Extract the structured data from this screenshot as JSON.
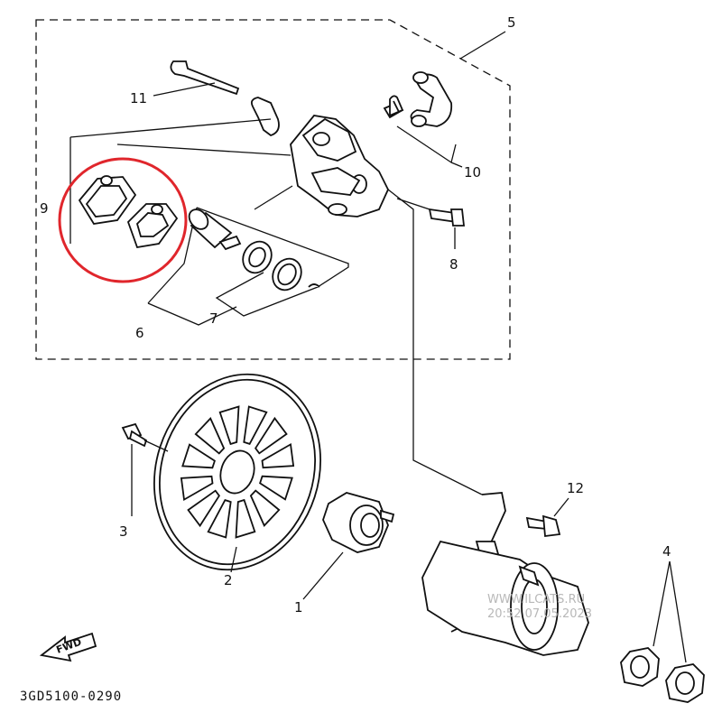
{
  "diagram": {
    "part_numbers": [
      {
        "id": "1",
        "text": "1"
      },
      {
        "id": "2",
        "text": "2"
      },
      {
        "id": "3",
        "text": "3"
      },
      {
        "id": "4",
        "text": "4"
      },
      {
        "id": "5",
        "text": "5"
      },
      {
        "id": "6",
        "text": "6"
      },
      {
        "id": "7",
        "text": "7"
      },
      {
        "id": "8",
        "text": "8"
      },
      {
        "id": "9",
        "text": "9"
      },
      {
        "id": "10",
        "text": "10"
      },
      {
        "id": "11",
        "text": "11"
      },
      {
        "id": "12",
        "text": "12"
      }
    ],
    "fwd_label": "FWD",
    "drawing_code": "3GD5100-0290",
    "watermark_line1": "WWW.ILCATS.RU",
    "watermark_line2": "20:52 07.05.2023",
    "highlight_color": "#e0262c"
  }
}
